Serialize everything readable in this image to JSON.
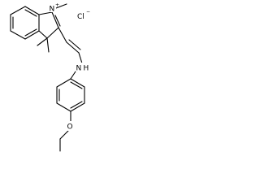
{
  "molecule": {
    "cation_atoms": {
      "ring_nitrogen": "N",
      "ring_nitrogen_charge": "+",
      "amine_nitrogen": "N",
      "amine_hydrogen": "H",
      "ether_oxygen": "O"
    },
    "counter_ion": {
      "symbol": "Cl",
      "charge": "−"
    }
  }
}
